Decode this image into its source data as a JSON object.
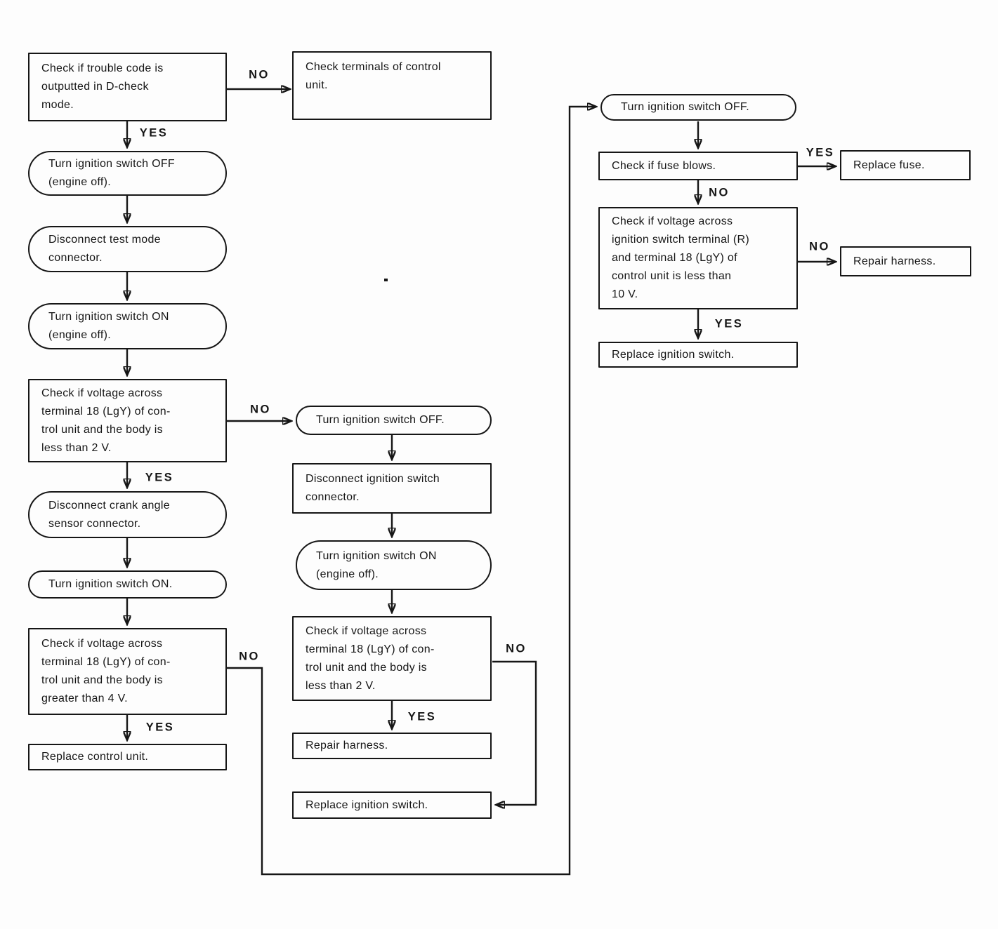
{
  "colors": {
    "ink": "#161616",
    "paper": "#fdfdfd"
  },
  "labels": {
    "yes": "YES",
    "no": "NO"
  },
  "nodes": {
    "trouble_code": {
      "shape": "rect",
      "text": "Check if trouble code is\noutputted in D-check\nmode."
    },
    "check_terminals": {
      "shape": "rect",
      "text": "Check terminals of control\nunit."
    },
    "ignition_off_engine_off": {
      "shape": "pill",
      "text": "Turn ignition switch OFF\n(engine off)."
    },
    "disconnect_test_mode": {
      "shape": "pill",
      "text": "Disconnect test mode\nconnector."
    },
    "ignition_on_engine_off_left": {
      "shape": "pill",
      "text": "Turn ignition switch ON\n(engine off)."
    },
    "check_18_less_2v_left": {
      "shape": "rect",
      "text": "Check if voltage across\nterminal 18 (LgY) of con-\ntrol unit and the body is\nless than 2 V."
    },
    "disconnect_crank_angle": {
      "shape": "pill",
      "text": "Disconnect crank angle\nsensor connector."
    },
    "ignition_on_left": {
      "shape": "pill",
      "text": "Turn ignition switch ON."
    },
    "check_18_greater_4v": {
      "shape": "rect",
      "text": "Check if voltage across\nterminal 18 (LgY) of con-\ntrol unit and the body is\ngreater than 4 V."
    },
    "replace_control_unit": {
      "shape": "rect",
      "text": "Replace control unit."
    },
    "ignition_off_mid": {
      "shape": "pill",
      "text": "Turn ignition switch OFF."
    },
    "disconnect_ignition_connector": {
      "shape": "rect",
      "text": "Disconnect ignition switch\nconnector."
    },
    "ignition_on_engine_off_mid": {
      "shape": "pill",
      "text": "Turn ignition switch ON\n(engine off)."
    },
    "check_18_less_2v_mid": {
      "shape": "rect",
      "text": "Check if voltage across\nterminal 18 (LgY) of con-\ntrol unit and the body is\nless than 2 V."
    },
    "repair_harness_mid": {
      "shape": "rect",
      "text": "Repair harness."
    },
    "replace_ignition_switch_mid": {
      "shape": "rect",
      "text": "Replace ignition switch."
    },
    "ignition_off_right": {
      "shape": "pill",
      "text": "Turn ignition switch OFF."
    },
    "check_fuse_blows": {
      "shape": "rect",
      "text": "Check if fuse blows."
    },
    "check_ignition_voltage_10v": {
      "shape": "rect",
      "text": "Check if voltage across\nignition switch terminal (R)\nand terminal 18 (LgY) of\ncontrol unit is less than\n10 V."
    },
    "replace_ignition_switch_right": {
      "shape": "rect",
      "text": "Replace ignition switch."
    },
    "replace_fuse": {
      "shape": "rect",
      "text": "Replace fuse."
    },
    "repair_harness_right": {
      "shape": "rect",
      "text": "Repair harness."
    }
  },
  "edges": [
    {
      "from": "trouble_code",
      "to": "check_terminals",
      "label": "NO"
    },
    {
      "from": "trouble_code",
      "to": "ignition_off_engine_off",
      "label": "YES"
    },
    {
      "from": "ignition_off_engine_off",
      "to": "disconnect_test_mode",
      "label": ""
    },
    {
      "from": "disconnect_test_mode",
      "to": "ignition_on_engine_off_left",
      "label": ""
    },
    {
      "from": "ignition_on_engine_off_left",
      "to": "check_18_less_2v_left",
      "label": ""
    },
    {
      "from": "check_18_less_2v_left",
      "to": "ignition_off_mid",
      "label": "NO"
    },
    {
      "from": "check_18_less_2v_left",
      "to": "disconnect_crank_angle",
      "label": "YES"
    },
    {
      "from": "disconnect_crank_angle",
      "to": "ignition_on_left",
      "label": ""
    },
    {
      "from": "ignition_on_left",
      "to": "check_18_greater_4v",
      "label": ""
    },
    {
      "from": "check_18_greater_4v",
      "to": "replace_control_unit",
      "label": "YES"
    },
    {
      "from": "check_18_greater_4v",
      "to": "ignition_off_right",
      "label": "NO"
    },
    {
      "from": "ignition_off_mid",
      "to": "disconnect_ignition_connector",
      "label": ""
    },
    {
      "from": "disconnect_ignition_connector",
      "to": "ignition_on_engine_off_mid",
      "label": ""
    },
    {
      "from": "ignition_on_engine_off_mid",
      "to": "check_18_less_2v_mid",
      "label": ""
    },
    {
      "from": "check_18_less_2v_mid",
      "to": "repair_harness_mid",
      "label": "YES"
    },
    {
      "from": "check_18_less_2v_mid",
      "to": "replace_ignition_switch_mid",
      "label": "NO"
    },
    {
      "from": "ignition_off_right",
      "to": "check_fuse_blows",
      "label": ""
    },
    {
      "from": "check_fuse_blows",
      "to": "replace_fuse",
      "label": "YES"
    },
    {
      "from": "check_fuse_blows",
      "to": "check_ignition_voltage_10v",
      "label": "NO"
    },
    {
      "from": "check_ignition_voltage_10v",
      "to": "repair_harness_right",
      "label": "NO"
    },
    {
      "from": "check_ignition_voltage_10v",
      "to": "replace_ignition_switch_right",
      "label": "YES"
    }
  ]
}
